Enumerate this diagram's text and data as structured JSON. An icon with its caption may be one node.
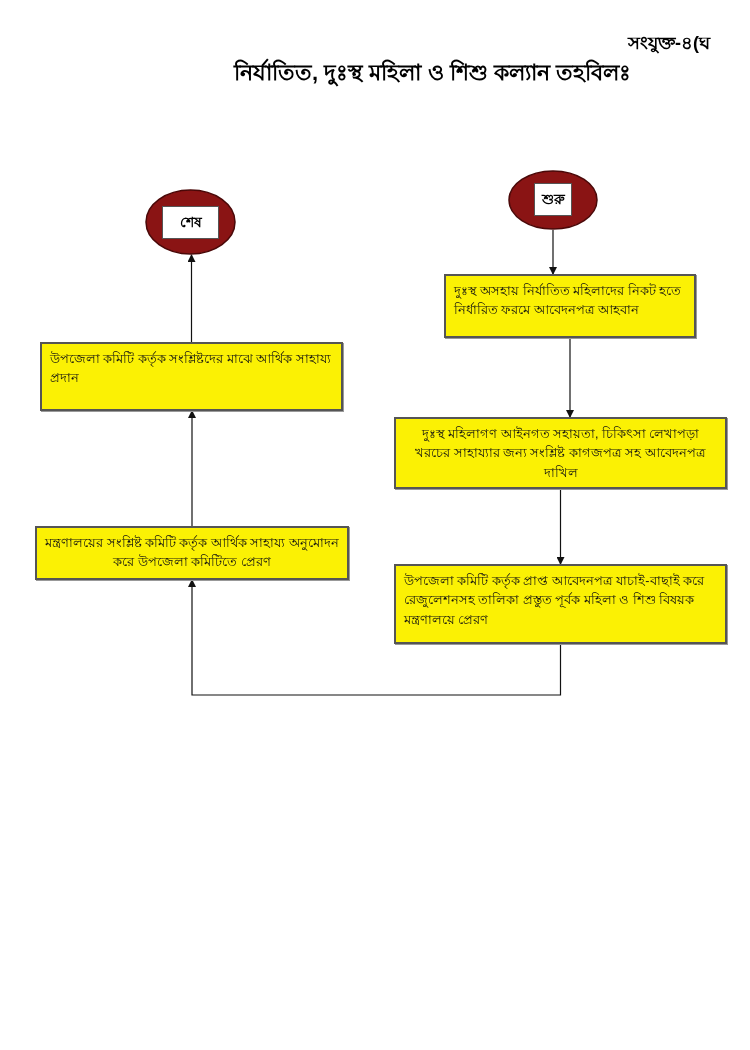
{
  "diagram": {
    "title": "নির্যাতিত, দুঃস্থ মহিলা ও শিশু কল্যান তহবিলঃ",
    "nodes": [
      {
        "text": [],
        "shape": "circle"
      },
      {
        "text": [
          "শুরু"
        ],
        "in": 0
      },
      {
        "text": [
          "দুঃস্থ অসহায় নির্যাতিত মহিলাদের নিকট হতে নির্ধারিত ফরমে আবেদনপত্র আহবান"
        ]
      },
      {
        "text": [
          "দুঃস্থ মহিলাগণ আইনগত সহায়তা, চিকিৎসা লেখাপড়া খরচের সাহায্যার জন্য সংশ্লিষ্ট কাগজপত্র সহ আবেদনপত্র দাখিল"
        ]
      },
      {
        "text": [
          "উপজেলা কমিটি কর্তৃক প্রাপ্ত আবেদনপত্র যাচাই-বাছাই করে রেজুলেশনসহ তালিকা প্রস্তুত পূর্বক মহিলা ও শিশু বিষয়ক মন্ত্রণালয়ে প্রেরণ"
        ]
      },
      {
        "text": [
          "মন্ত্রণালয়ের সংশ্লিষ্ট কমিটি কর্তৃক আর্থিক সাহায্য অনুমোদন করে উপজেলা কমিটিতে প্রেরণ"
        ]
      },
      {
        "text": [
          "উপজেলা কমিটি কর্তৃক সংশ্লিষ্টদের মাঝে আর্থিক সাহায্য প্রদান"
        ]
      },
      {
        "text": [],
        "shape": "circle"
      },
      {
        "text": [
          "শেষ"
        ],
        "in": 7
      }
    ],
    "edges": [
      {
        "from": 0,
        "to": 2,
        "arrow": "to"
      },
      {
        "from": 2,
        "to": 3,
        "arrow": "to"
      },
      {
        "from": 3,
        "to": 4,
        "arrow": "to"
      },
      {
        "from": 4,
        "to": 5,
        "arrow": "to"
      },
      {
        "from": 5,
        "to": 6,
        "arrow": "to"
      },
      {
        "from": 6,
        "to": 7,
        "arrow": "to"
      }
    ],
    "labels": [
      "সংযুক্ত-৪(ঘ"
    ]
  }
}
